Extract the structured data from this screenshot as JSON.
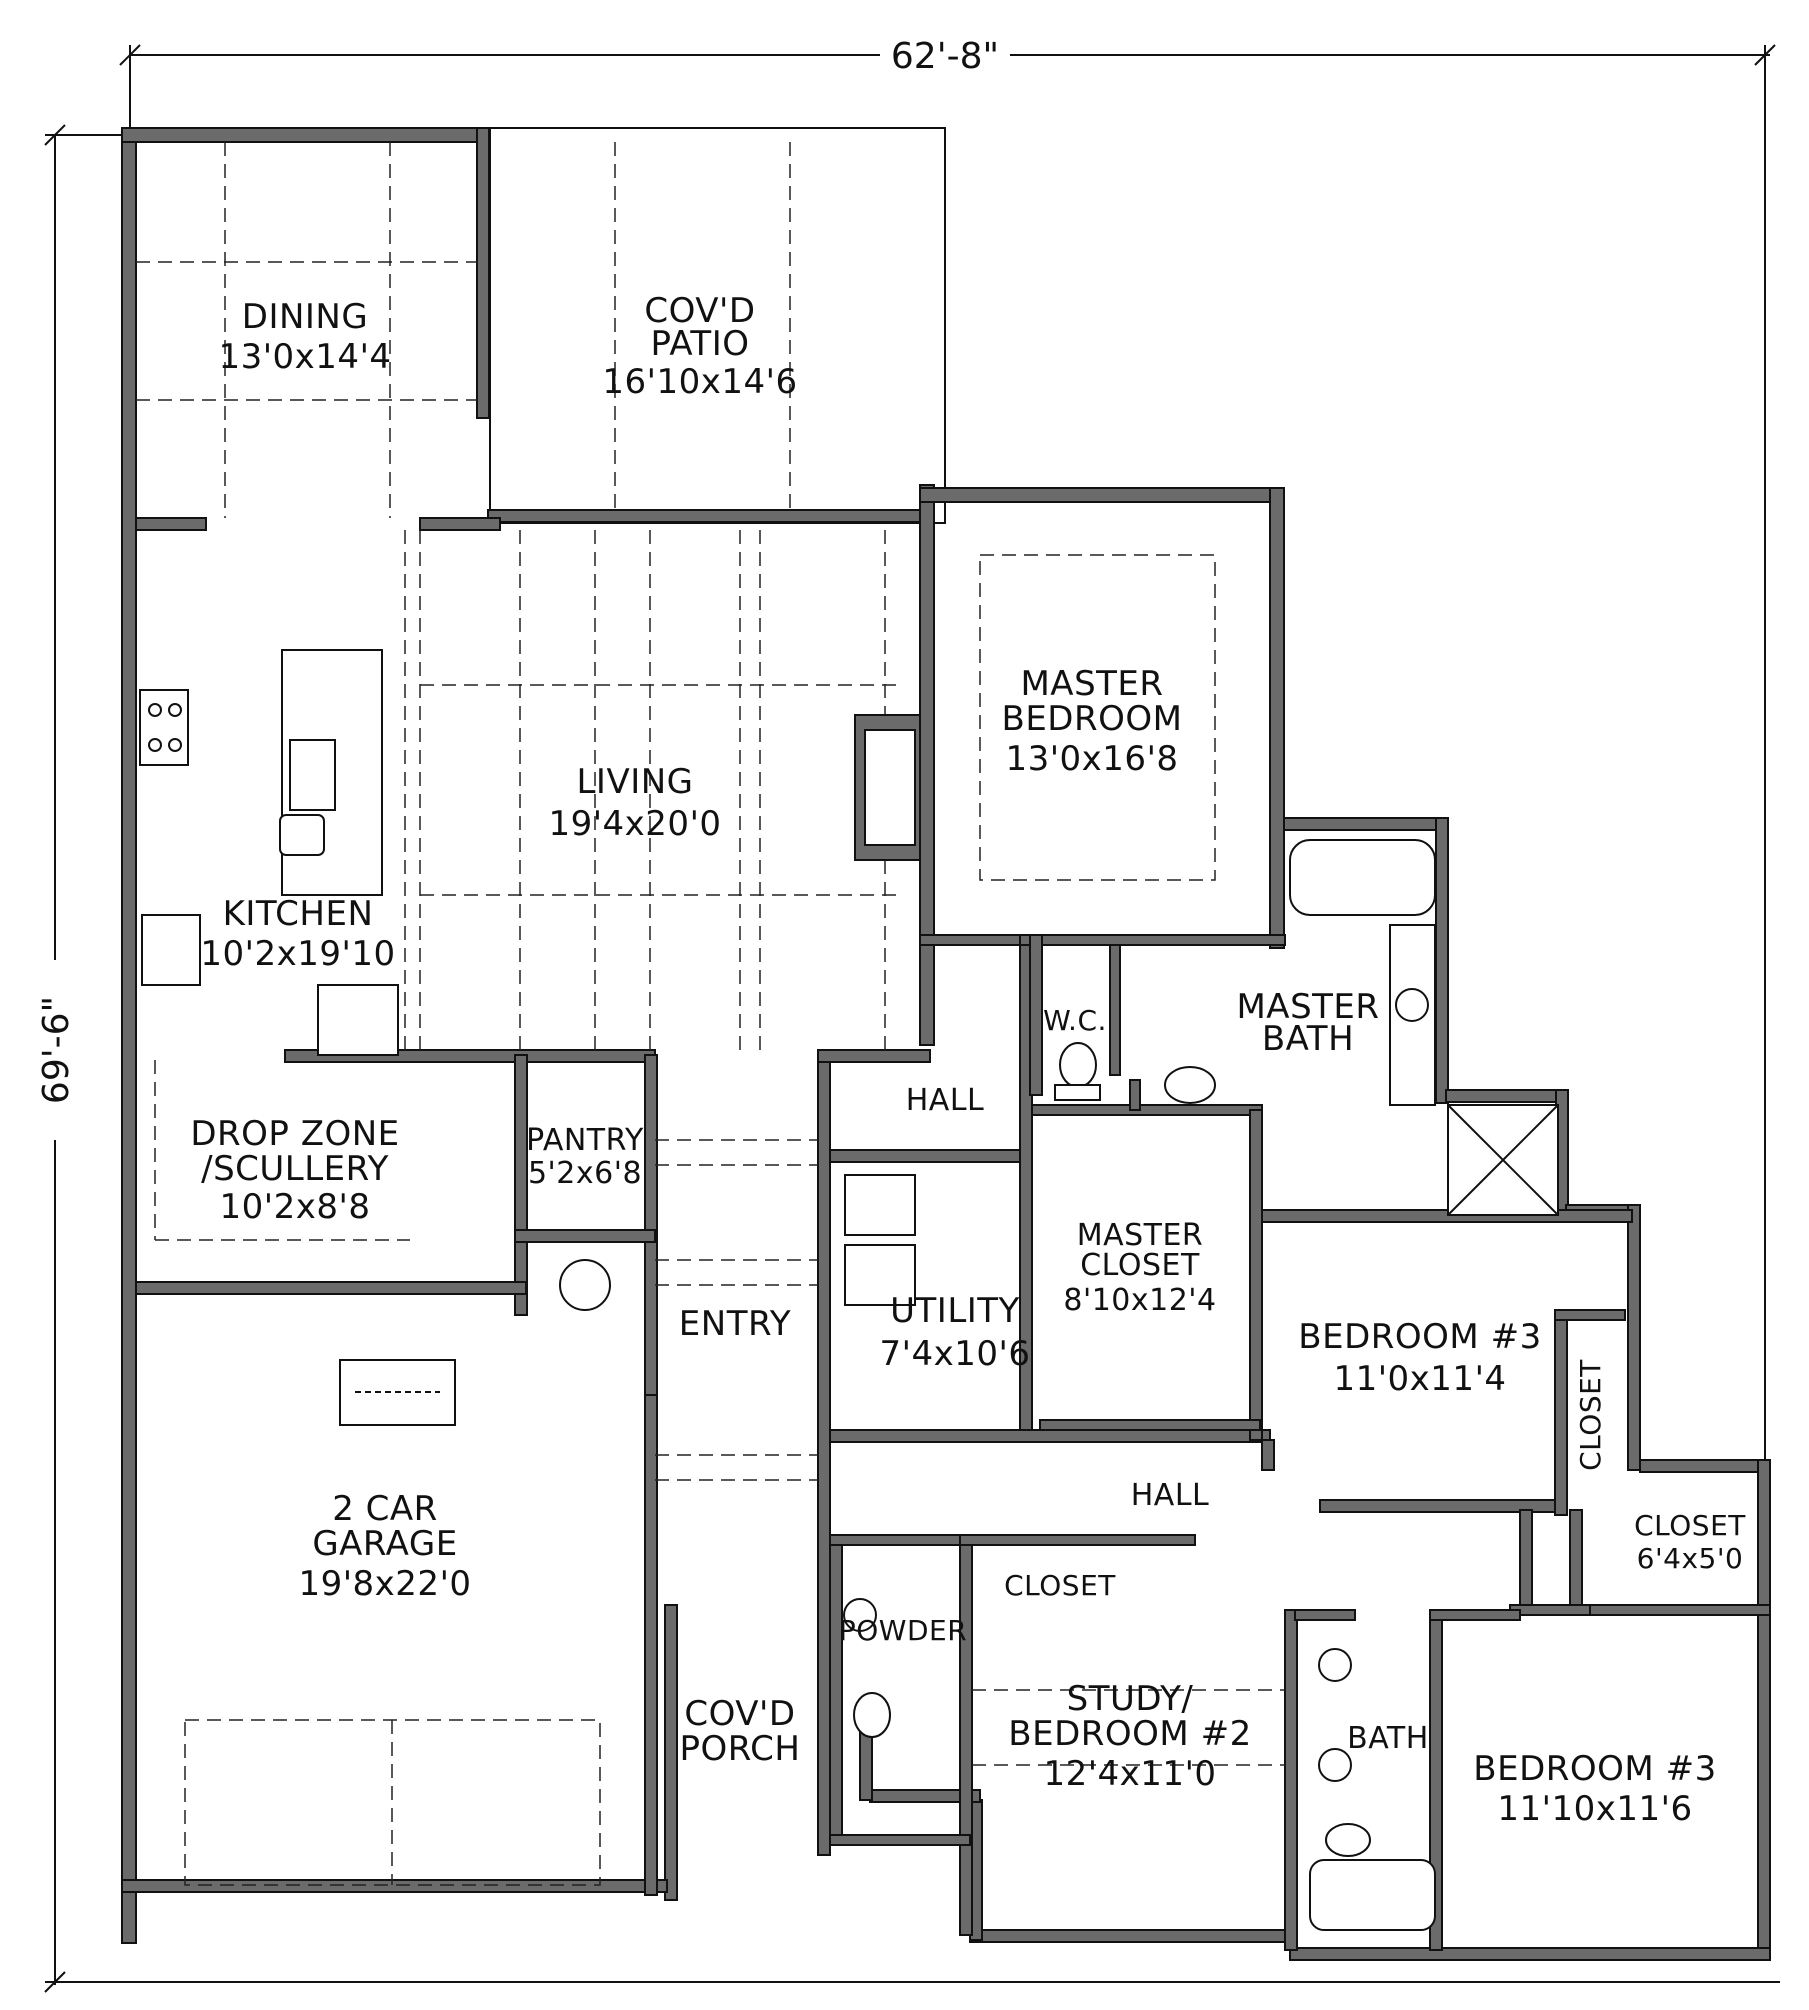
{
  "dimensions": {
    "width": "62'-8\"",
    "depth": "69'-6\""
  },
  "rooms": {
    "dining": {
      "name": "DINING",
      "size": "13'0x14'4"
    },
    "patio": {
      "name1": "COV'D",
      "name2": "PATIO",
      "size": "16'10x14'6"
    },
    "living": {
      "name": "LIVING",
      "size": "19'4x20'0"
    },
    "kitchen": {
      "name": "KITCHEN",
      "size": "10'2x19'10"
    },
    "master_bedroom": {
      "name1": "MASTER",
      "name2": "BEDROOM",
      "size": "13'0x16'8"
    },
    "master_bath": {
      "name1": "MASTER",
      "name2": "BATH"
    },
    "wc": {
      "name": "W.C."
    },
    "hall_upper": {
      "name": "HALL"
    },
    "drop_zone": {
      "name1": "DROP ZONE",
      "name2": "/SCULLERY",
      "size": "10'2x8'8"
    },
    "pantry": {
      "name": "PANTRY",
      "size": "5'2x6'8"
    },
    "entry": {
      "name": "ENTRY"
    },
    "utility": {
      "name": "UTILITY",
      "size": "7'4x10'6"
    },
    "master_closet": {
      "name1": "MASTER",
      "name2": "CLOSET",
      "size": "8'10x12'4"
    },
    "bedroom_upper": {
      "name": "BEDROOM #3",
      "size": "11'0x11'4"
    },
    "closet_vertical": {
      "name": "CLOSET"
    },
    "hall_lower": {
      "name": "HALL"
    },
    "garage": {
      "name1": "2 CAR",
      "name2": "GARAGE",
      "size": "19'8x22'0"
    },
    "porch": {
      "name1": "COV'D",
      "name2": "PORCH"
    },
    "powder": {
      "name": "POWDER"
    },
    "closet_study": {
      "name": "CLOSET"
    },
    "closet_right": {
      "name": "CLOSET",
      "size": "6'4x5'0"
    },
    "study": {
      "name1": "STUDY/",
      "name2": "BEDROOM #2",
      "size": "12'4x11'0"
    },
    "bath": {
      "name": "BATH"
    },
    "bedroom_lower": {
      "name": "BEDROOM #3",
      "size": "11'10x11'6"
    }
  }
}
